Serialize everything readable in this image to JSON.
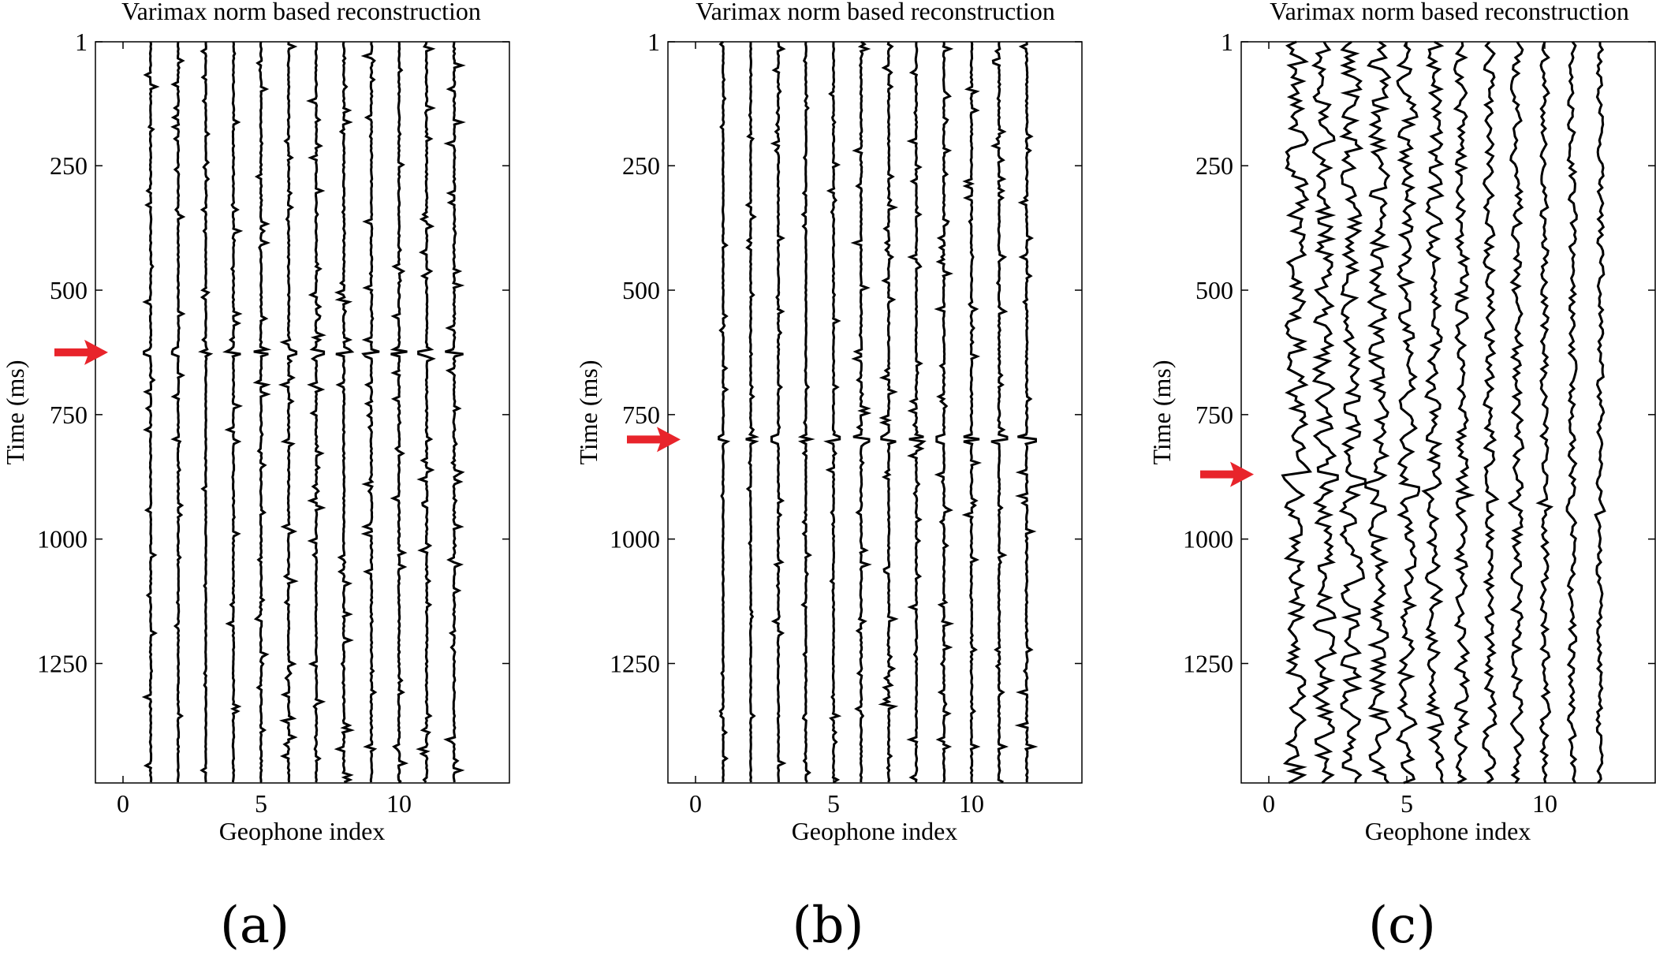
{
  "chart_data": [
    {
      "type": "line",
      "panel_label": "(a)",
      "title": "Varimax norm based reconstruction",
      "xlabel": "Geophone index",
      "ylabel": "Time (ms)",
      "xlim": [
        -1,
        14
      ],
      "ylim": [
        1,
        1490
      ],
      "y_reversed": true,
      "xticks": [
        0,
        5,
        10
      ],
      "yticks": [
        1,
        250,
        500,
        750,
        1000,
        1250
      ],
      "grid": false,
      "traces_x": [
        1,
        2,
        3,
        4,
        5,
        6,
        7,
        8,
        9,
        10,
        11,
        12
      ],
      "trace_amplitude": [
        0.22,
        0.2,
        0.14,
        0.24,
        0.24,
        0.25,
        0.25,
        0.26,
        0.26,
        0.27,
        0.27,
        0.3
      ],
      "arrow_time_ms": 625,
      "arrow_color": "#e8242b"
    },
    {
      "type": "line",
      "panel_label": "(b)",
      "title": "Varimax norm based reconstruction",
      "xlabel": "Geophone index",
      "ylabel": "Time (ms)",
      "xlim": [
        -1,
        14
      ],
      "ylim": [
        1,
        1490
      ],
      "y_reversed": true,
      "xticks": [
        0,
        5,
        10
      ],
      "yticks": [
        1,
        250,
        500,
        750,
        1000,
        1250
      ],
      "grid": false,
      "traces_x": [
        1,
        2,
        3,
        4,
        5,
        6,
        7,
        8,
        9,
        10,
        11,
        12
      ],
      "trace_amplitude": [
        0.14,
        0.16,
        0.22,
        0.15,
        0.2,
        0.26,
        0.24,
        0.24,
        0.24,
        0.26,
        0.26,
        0.3
      ],
      "arrow_time_ms": 800,
      "arrow_color": "#e8242b"
    },
    {
      "type": "line",
      "panel_label": "(c)",
      "title": "Varimax norm based reconstruction",
      "xlabel": "Geophone index",
      "ylabel": "Time (ms)",
      "xlim": [
        -1,
        14
      ],
      "ylim": [
        1,
        1490
      ],
      "y_reversed": true,
      "xticks": [
        0,
        5,
        10
      ],
      "yticks": [
        1,
        250,
        500,
        750,
        1000,
        1250
      ],
      "grid": false,
      "traces_x": [
        1,
        2,
        3,
        4,
        5,
        6,
        7,
        8,
        9,
        10,
        11,
        12
      ],
      "trace_amplitude": [
        0.45,
        0.45,
        0.45,
        0.45,
        0.4,
        0.35,
        0.3,
        0.25,
        0.25,
        0.2,
        0.18,
        0.15
      ],
      "arrow_time_ms": 870,
      "arrow_color": "#e8242b"
    }
  ]
}
